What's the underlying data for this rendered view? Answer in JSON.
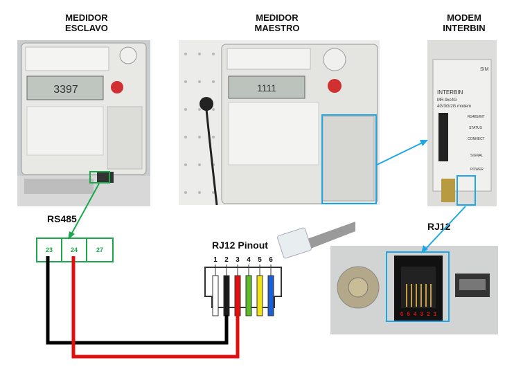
{
  "titles": {
    "slave": [
      "MEDIDOR",
      "ESCLAVO"
    ],
    "master": [
      "MEDIDOR",
      "MAESTRO"
    ],
    "modem": [
      "MODEM",
      "INTERBIN"
    ]
  },
  "rs485": {
    "label": "RS485",
    "terminals": [
      "23",
      "24",
      "27"
    ]
  },
  "rj12": {
    "label": "RJ12",
    "pinout_label": "RJ12 Pinout",
    "pins": [
      "1",
      "2",
      "3",
      "4",
      "5",
      "6"
    ],
    "pin_colors": [
      "#ffffff",
      "#1a1a1a",
      "#e01010",
      "#5dbb2a",
      "#f2e21a",
      "#1a5fd6"
    ],
    "socket_numbers": "6 5 4 3 2 1"
  },
  "wires": {
    "black": "#000000",
    "red": "#e01010"
  },
  "highlight_colors": {
    "callout": "#1ea7e6",
    "connection": "#1aa84a"
  },
  "meter_screen": {
    "slave_reading": "3397",
    "master_reading": "1111"
  },
  "modem_text": {
    "brand": "INTERBIN",
    "model": "MR-9xc4G",
    "desc": "4G/3G/2G modem",
    "leds": [
      "RS485/INT",
      "STATUS",
      "CONNECT",
      "SIGNAL",
      "POWER"
    ],
    "sim": "SIM"
  }
}
